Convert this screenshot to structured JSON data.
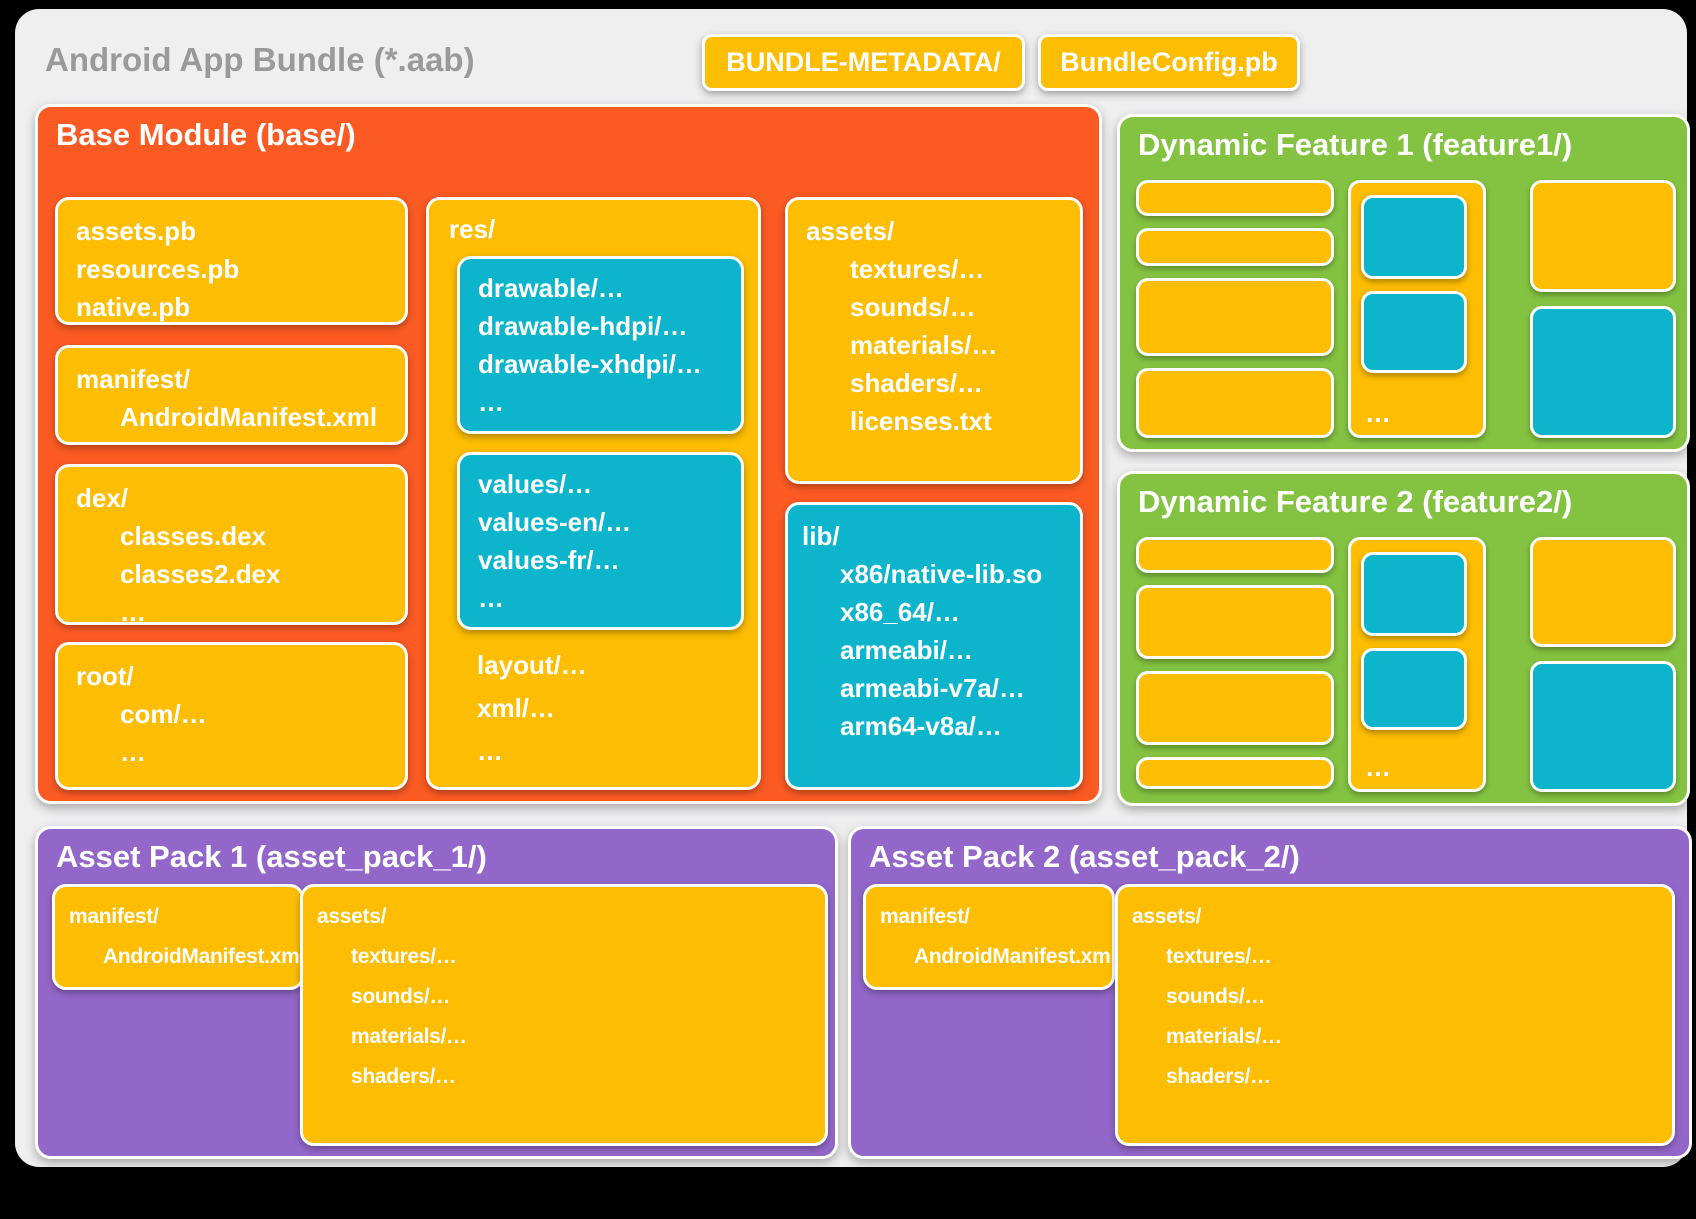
{
  "title": "Android App Bundle (*.aab)",
  "badges": {
    "metadata": "BUNDLE-METADATA/",
    "config": "BundleConfig.pb"
  },
  "colors": {
    "orange": "#fb5a23",
    "yellow": "#fcbd02",
    "cyan": "#0cb5cc",
    "green": "#84c341",
    "purple": "#9267c9",
    "card_bg": "#efeff0",
    "title_text": "#9a9a9a"
  },
  "base_module": {
    "title": "Base Module (base/)",
    "files_box": [
      "assets.pb",
      "resources.pb",
      "native.pb"
    ],
    "manifest_box": [
      "manifest/",
      "AndroidManifest.xml"
    ],
    "dex_box": [
      "dex/",
      "classes.dex",
      "classes2.dex",
      "…"
    ],
    "root_box": [
      "root/",
      "com/…",
      "…"
    ],
    "res_box": {
      "label": "res/",
      "drawable_box": [
        "drawable/…",
        "drawable-hdpi/…",
        "drawable-xhdpi/…",
        "…"
      ],
      "values_box": [
        "values/…",
        "values-en/…",
        "values-fr/…",
        "…"
      ],
      "tail": [
        "layout/…",
        "xml/…",
        "…"
      ]
    },
    "assets_box": [
      "assets/",
      "textures/…",
      "sounds/…",
      "materials/…",
      "shaders/…",
      "licenses.txt"
    ],
    "lib_box": [
      "lib/",
      "x86/native-lib.so",
      "x86_64/…",
      "armeabi/…",
      "armeabi-v7a/…",
      "arm64-v8a/…"
    ]
  },
  "feature1": {
    "title": "Dynamic Feature 1 (feature1/)",
    "more": "…"
  },
  "feature2": {
    "title": "Dynamic Feature 2 (feature2/)",
    "more": "…"
  },
  "asset_pack_1": {
    "title": "Asset Pack 1 (asset_pack_1/)",
    "manifest_box": [
      "manifest/",
      "AndroidManifest.xml"
    ],
    "assets_box": [
      "assets/",
      "textures/…",
      "sounds/…",
      "materials/…",
      "shaders/…"
    ]
  },
  "asset_pack_2": {
    "title": "Asset Pack 2 (asset_pack_2/)",
    "manifest_box": [
      "manifest/",
      "AndroidManifest.xml"
    ],
    "assets_box": [
      "assets/",
      "textures/…",
      "sounds/…",
      "materials/…",
      "shaders/…"
    ]
  }
}
